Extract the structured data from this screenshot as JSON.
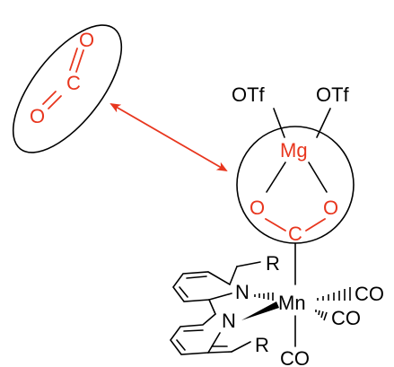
{
  "co2": {
    "o_top": "O",
    "c_center": "C",
    "o_bottom": "O"
  },
  "magnesium_center": {
    "otf_left": "OTf",
    "otf_right": "OTf",
    "mg": "Mg",
    "o_left": "O",
    "o_right": "O",
    "c": "C"
  },
  "manganese_complex": {
    "mn": "Mn",
    "n_top": "N",
    "n_bottom": "N",
    "r_top": "R",
    "r_bottom": "R",
    "co_right": "CO",
    "co_mid": "CO",
    "co_bottom": "CO"
  },
  "colors": {
    "accent_red": "#e8361e",
    "ink": "#000000"
  }
}
